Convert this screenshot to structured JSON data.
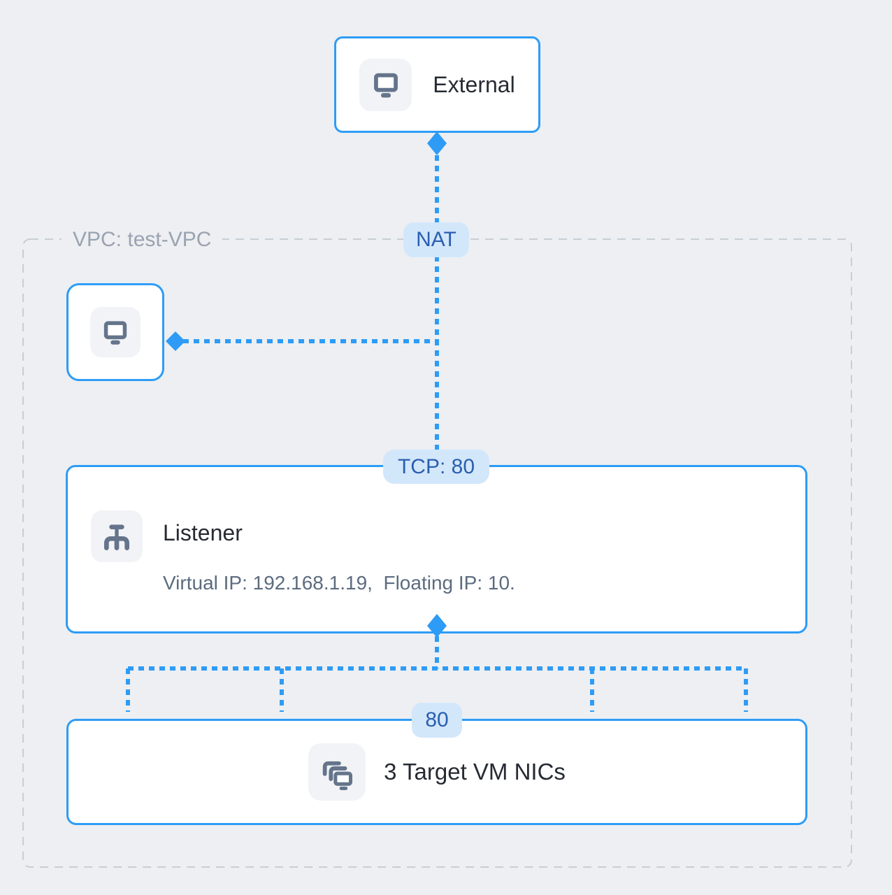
{
  "vpc": {
    "label": "VPC: test-VPC"
  },
  "external": {
    "label": "External"
  },
  "nat": {
    "label": "NAT"
  },
  "listener": {
    "port_badge": "TCP: 80",
    "title": "Listener",
    "details": "Virtual IP: 192.168.1.19,  Floating IP: 10."
  },
  "targets": {
    "port_badge": "80",
    "label": "3 Target VM NICs"
  },
  "icons": {
    "external": "monitor-icon",
    "client": "monitor-icon",
    "listener": "load-balancer-icon",
    "targets": "vm-stack-icon"
  },
  "colors": {
    "background": "#EDEFF2",
    "node_border_blue": "#2E9CF6",
    "connector_blue": "#2E9CF6",
    "badge_background": "#D3E7FB",
    "badge_text": "#2A5FB0",
    "icon_gray": "#64748B",
    "vpc_border_gray": "#C8CED7",
    "vpc_label_gray": "#9AA3B1",
    "title_text": "#262B33",
    "detail_text": "#5C6C7F"
  }
}
